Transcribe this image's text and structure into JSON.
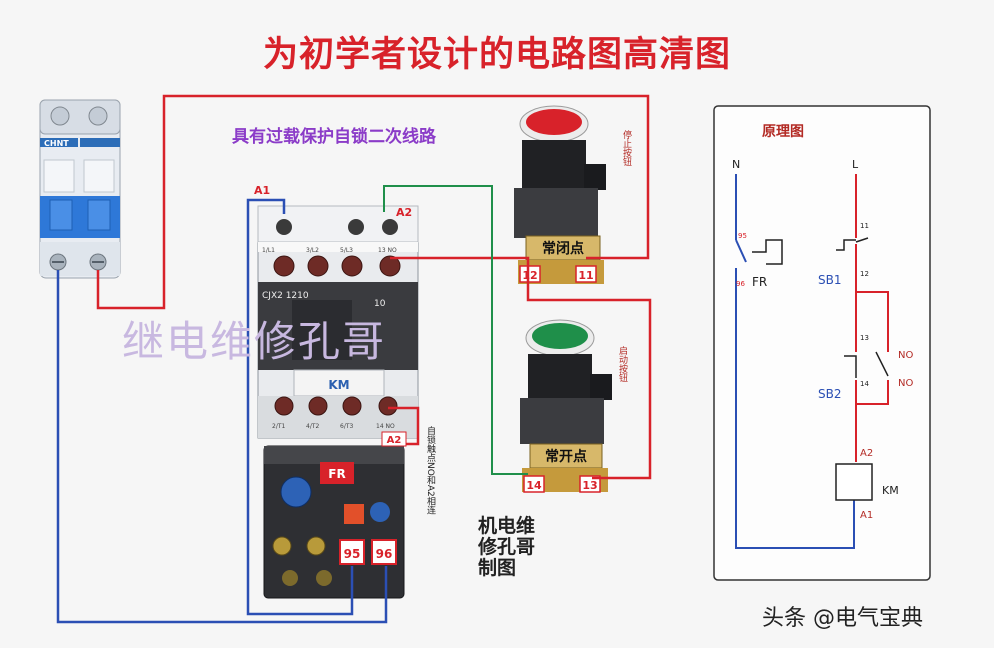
{
  "title": "为初学者设计的电路图高清图",
  "subtitle": "具有过载保护自锁二次线路",
  "watermark": "继电维修孔哥",
  "maker": "机电维修孔哥制图",
  "footer": "头条 @电气宝典",
  "breaker": {
    "brand": "CHNT"
  },
  "contactor": {
    "label": "KM",
    "model": "CJX2 1210",
    "aux": "10",
    "coil_a1": "A1",
    "coil_a2": "A2",
    "coil_a2_lower": "A2",
    "top_terminals": [
      "1/L1",
      "3/L2",
      "5/L3",
      "13 NO"
    ],
    "bottom_terminals": [
      "2/T1",
      "4/T2",
      "6/T3",
      "14 NO"
    ]
  },
  "self_lock_note": "自锁触点NO和A2相连",
  "overload": {
    "label": "FR",
    "t95": "95",
    "t96": "96"
  },
  "stop_button": {
    "side_label": "停止按钮",
    "plate": "常闭点",
    "t12": "12",
    "t11": "11",
    "color": "#d8222a"
  },
  "start_button": {
    "side_label": "启动按钮",
    "plate": "常开点",
    "t14": "14",
    "t13": "13",
    "color": "#1f8f4a"
  },
  "schematic": {
    "title": "原理图",
    "n": "N",
    "l": "L",
    "fr_t95": "95",
    "fr_t96": "96",
    "fr": "FR",
    "sb1": "SB1",
    "t11": "11",
    "t12": "12",
    "t13": "13",
    "t14": "14",
    "sb2": "SB2",
    "no1": "NO",
    "no2": "NO",
    "a2": "A2",
    "km": "KM",
    "a1": "A1"
  }
}
